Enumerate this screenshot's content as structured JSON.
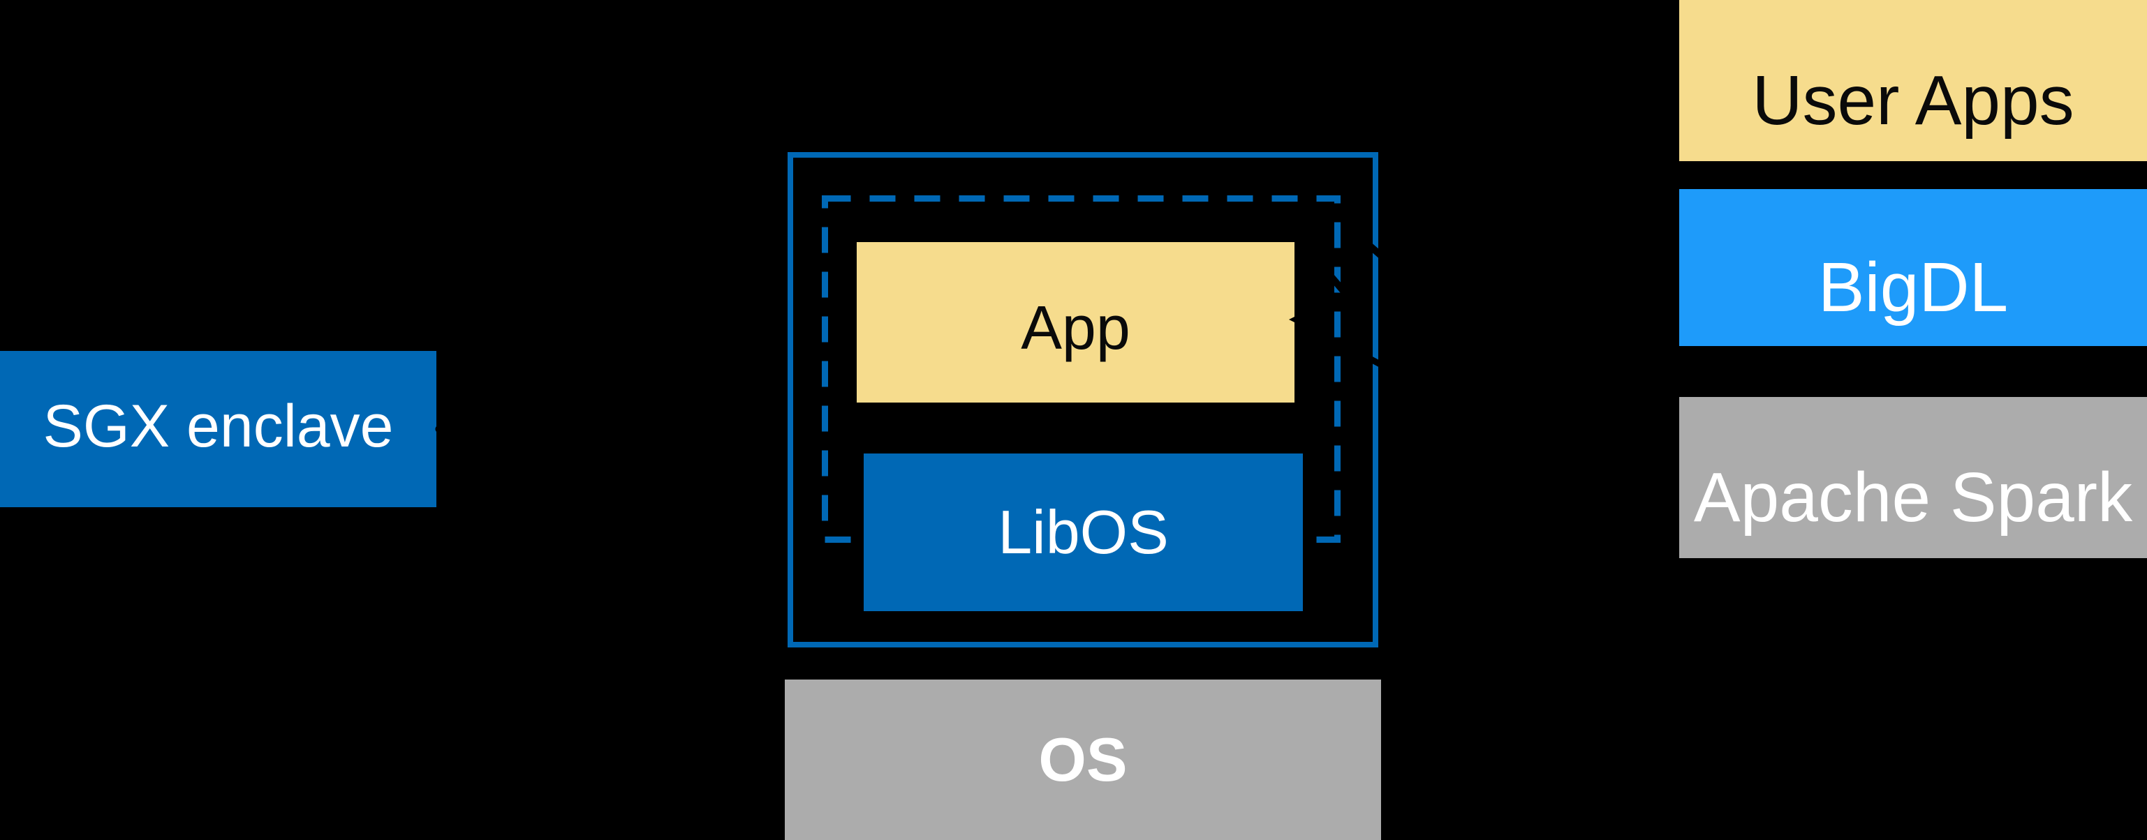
{
  "diagram": {
    "description": "SGX enclave LibOS architecture diagram",
    "background": "#000000",
    "sgx_box": {
      "label": "SGX enclave",
      "fill": "#0068B5",
      "text_color": "#FFFFFF"
    },
    "enclave": {
      "outer_border_color": "#0068B5",
      "dashed_boundary_color": "#0068B5",
      "app_box": {
        "label": "App",
        "fill": "#F6DC8D",
        "text_color": "#0A0A0A"
      },
      "libos_box": {
        "label": "LibOS",
        "fill": "#0068B5",
        "text_color": "#FFFFFF"
      }
    },
    "os_box": {
      "label": "OS",
      "fill": "#ACACAC",
      "text_color": "#FFFFFF"
    },
    "stack": [
      {
        "id": "user-apps",
        "label": "User Apps",
        "fill": "#F6DC8D",
        "text_color": "#0A0A0A"
      },
      {
        "id": "bigdl",
        "label": "BigDL",
        "fill": "#1E9BFA",
        "text_color": "#FFFFFF"
      },
      {
        "id": "apache-spark",
        "label": "Apache Spark",
        "fill": "#ACACAC",
        "text_color": "#FFFFFF"
      }
    ],
    "annotations": {
      "connector_dot_color": "#000000",
      "arrow_color": "#000000"
    }
  }
}
